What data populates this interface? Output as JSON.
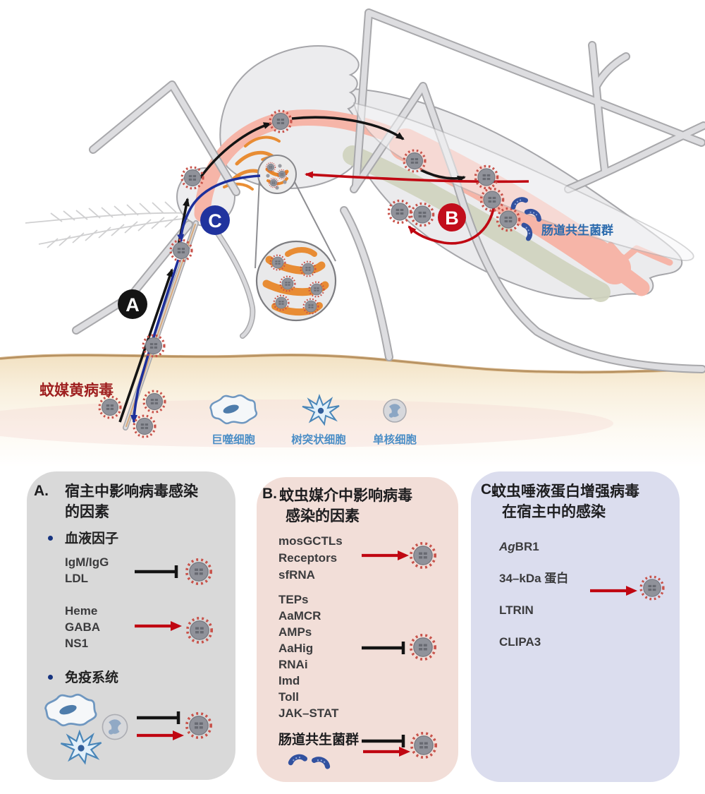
{
  "scene": {
    "virus_label": "蚊媒黄病毒",
    "gut_label": "肠道共生菌群",
    "macrophage_label": "巨噬细胞",
    "dendritic_label": "树突状细胞",
    "monocyte_label": "单核细胞",
    "badge_a": "A",
    "badge_b": "B",
    "badge_c": "C"
  },
  "panels": {
    "a": {
      "letter": "A.",
      "title_line1": "宿主中影响病毒感染",
      "title_line2": "的因素",
      "bullet1": "血液因子",
      "group1": [
        "IgM/IgG",
        "LDL"
      ],
      "group2": [
        "Heme",
        "GABA",
        "NS1"
      ],
      "bullet2": "免疫系统"
    },
    "b": {
      "letter": "B.",
      "title_line1": "蚊虫媒介中影响病毒",
      "title_line2": "感染的因素",
      "group1": [
        "mosGCTLs",
        "Receptors",
        "sfRNA"
      ],
      "group2": [
        "TEPs",
        "AaMCR",
        "AMPs",
        "AaHig",
        "RNAi",
        "Imd",
        "Toll",
        "JAK–STAT"
      ],
      "microbiota_label": "肠道共生菌群"
    },
    "c": {
      "letter": "C.",
      "title_line1": "蚊虫唾液蛋白增强病毒",
      "title_line2": "在宿主中的感染",
      "item1_italic": "Ag",
      "item1_rest": "BR1",
      "item2": "34–kDa 蛋白",
      "item3": "LTRIN",
      "item4": "CLIPA3"
    }
  },
  "colors": {
    "panel_a_bg": "#d9d9d9",
    "panel_b_bg": "#f2ded8",
    "panel_c_bg": "#dbddee",
    "arrow_red": "#c00712",
    "arrow_black": "#141414",
    "badge_b_red": "#c20d1b",
    "badge_c_blue": "#20339e",
    "virus_label_red": "#9e1f1f",
    "cell_label_blue": "#4b8ec6",
    "gut_label_blue": "#2c6bad"
  }
}
